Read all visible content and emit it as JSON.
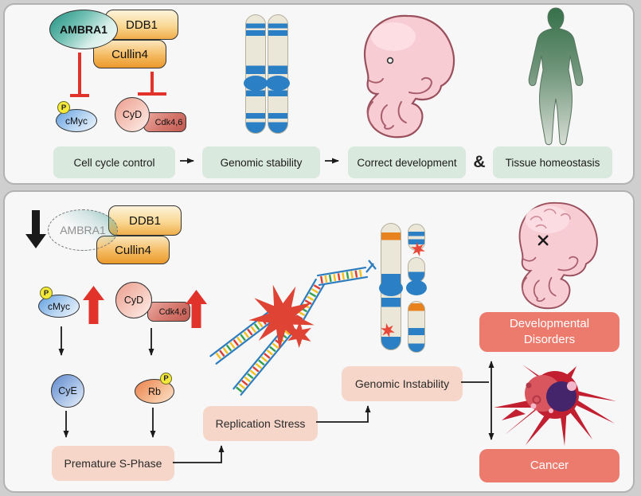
{
  "top": {
    "complex": {
      "ambra1": "AMBRA1",
      "ddb1": "DDB1",
      "cullin4": "Cullin4"
    },
    "molecules": {
      "p": "P",
      "cmyc": "cMyc",
      "cyd": "CyD",
      "cdk46": "Cdk4,6"
    },
    "flow": {
      "step1": "Cell cycle control",
      "step2": "Genomic stability",
      "step3": "Correct development",
      "amp": "&",
      "step4": "Tissue homeostasis"
    }
  },
  "bottom": {
    "complex": {
      "ambra1": "AMBRA1",
      "ddb1": "DDB1",
      "cullin4": "Cullin4"
    },
    "molecules": {
      "p": "P",
      "cmyc": "cMyc",
      "cyd": "CyD",
      "cdk46": "Cdk4,6",
      "cye": "CyE",
      "rb": "Rb"
    },
    "outcomes": {
      "premature_s_phase": "Premature S-Phase",
      "replication_stress": "Replication Stress",
      "genomic_instability": "Genomic Instability",
      "developmental_disorders": "Developmental Disorders",
      "cancer": "Cancer"
    }
  },
  "colors": {
    "inhibition_red": "#e2332b",
    "upregulation_red": "#e2332b",
    "flow_box_green": "#dae9de",
    "outcome_box_pink": "#f6d6c9",
    "disease_box_salmon": "#ec7b6e",
    "chromosome_band_blue": "#2b7fc4",
    "aberration_band_orange": "#e8821e",
    "ambra1_teal": "#2a9184"
  }
}
